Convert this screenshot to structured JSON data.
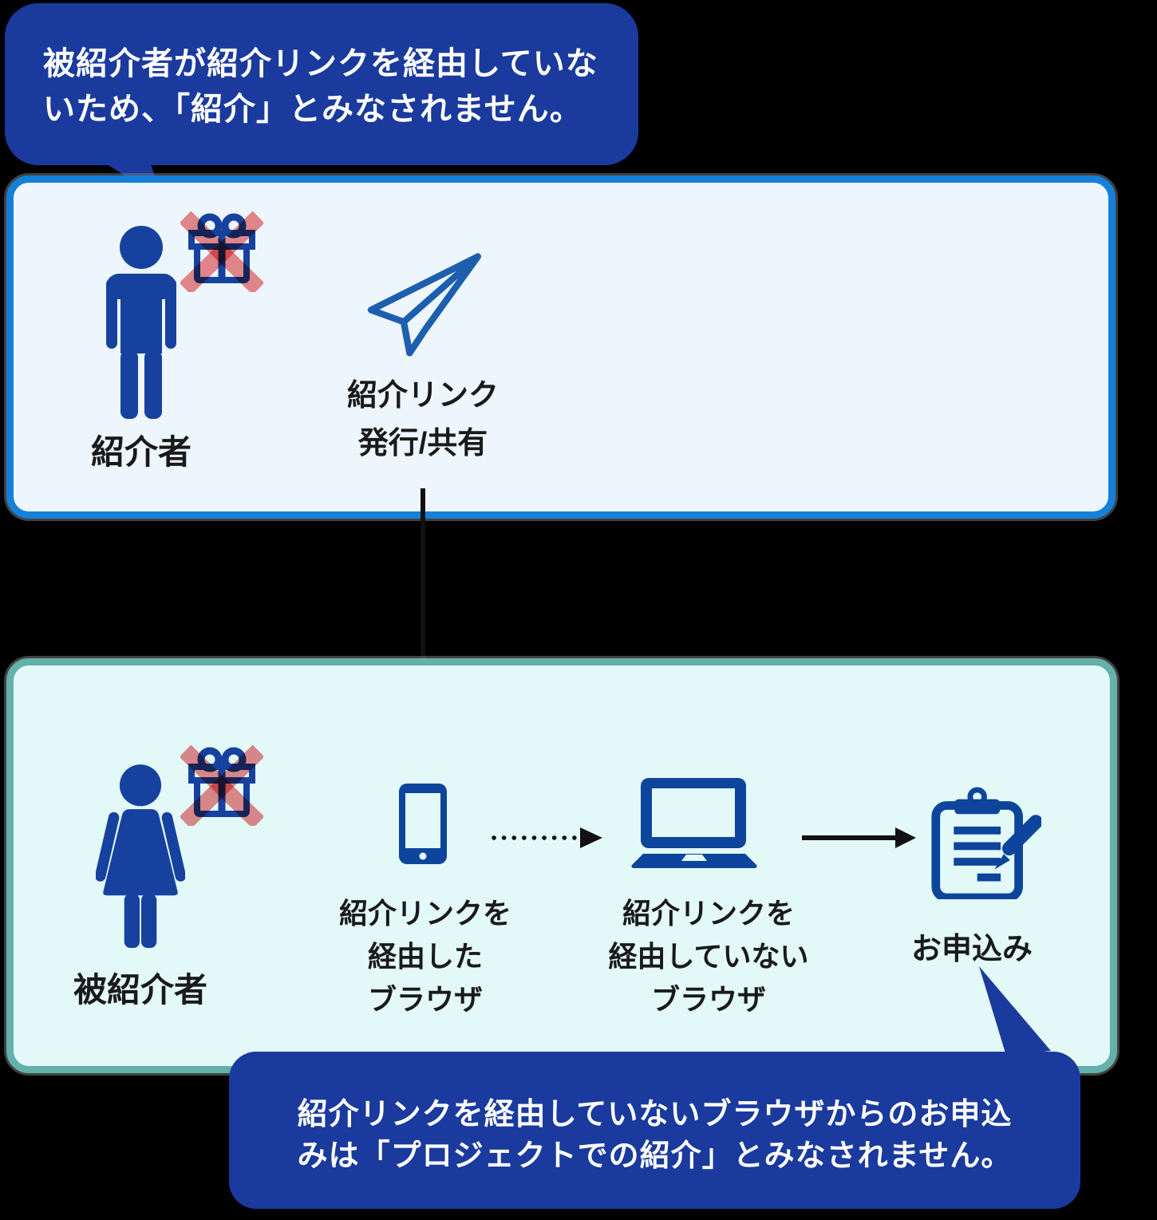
{
  "bubble_top": {
    "lines": [
      "被紹介者が紹介リンクを経由していな",
      "いため、「紹介」とみなされません。"
    ]
  },
  "bubble_bottom": {
    "lines": [
      "紹介リンクを経由していないブラウザからのお申込",
      "みは「プロジェクトでの紹介」とみなされません。"
    ]
  },
  "panel_referrer": {
    "person_label": "紹介者",
    "share_label_lines": [
      "紹介リンク",
      "発行/共有"
    ]
  },
  "panel_referred": {
    "person_label": "被紹介者",
    "phone_label_lines": [
      "紹介リンクを",
      "経由した",
      "ブラウザ"
    ],
    "laptop_label_lines": [
      "紹介リンクを",
      "経由していない",
      "ブラウザ"
    ],
    "apply_label": "お申込み"
  },
  "icons": {
    "referrer_person": "male-person-icon",
    "referrer_gift": "gift-crossed-out-icon",
    "share": "paper-plane-icon",
    "referred_person": "female-person-icon",
    "referred_gift": "gift-crossed-out-icon",
    "phone": "smartphone-icon",
    "laptop": "laptop-icon",
    "apply": "clipboard-pencil-icon",
    "flow_down": "arrow-down",
    "flow_dotted": "dotted-arrow-right",
    "flow_solid": "arrow-right"
  },
  "colors": {
    "page_bg": "#000000",
    "bubble_navy": "#1A3A9E",
    "bubble_text": "#FFFFFF",
    "panel1_border": "#1580D8",
    "panel1_bg": "#EDF6FC",
    "panel2_border": "#64B0AB",
    "panel2_bg": "#E3F9F8",
    "icon_navy": "#17419E",
    "device_navy": "#0D459C",
    "plane_blue": "#1D5FAE",
    "cross_pink": "#F0898B",
    "text_dark": "#1A1A1A",
    "arrow_black": "#111111"
  }
}
